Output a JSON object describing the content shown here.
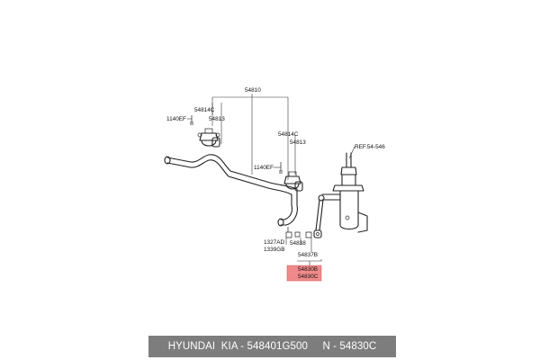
{
  "diagram": {
    "labels": {
      "stabilizer_bar": "54810",
      "bushing_left_a": "54814C",
      "bolt_left": "1140EF",
      "bracket_left": "54813",
      "bushing_right_a": "54814C",
      "bracket_right": "54813",
      "bolt_right": "1140EF",
      "strut_ref": "REF.54-546",
      "nut_a": "1327AD",
      "nut_b": "1339GB",
      "link_nut": "54838",
      "link_boot": "54837B",
      "link_b": "54830B",
      "link_c": "54830C"
    },
    "highlight_color": "#f08a8a"
  },
  "footer": {
    "text": "HYUNDAI  KIA - 548401G500     N - 54830C"
  }
}
